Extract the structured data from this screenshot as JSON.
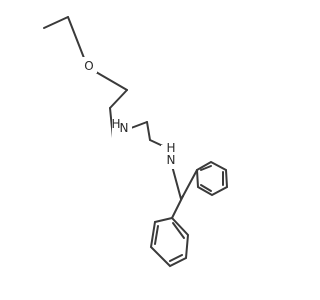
{
  "molecule": {
    "atom_labels": {
      "oxygen": "O",
      "nitrogen_upper": "N",
      "hydrogen_upper": "H",
      "nitrogen_lower": "N",
      "hydrogen_lower": "H"
    },
    "colors": {
      "bond": "#3a3a3a",
      "label": "#2a2a2a",
      "background": "#ffffff"
    }
  }
}
